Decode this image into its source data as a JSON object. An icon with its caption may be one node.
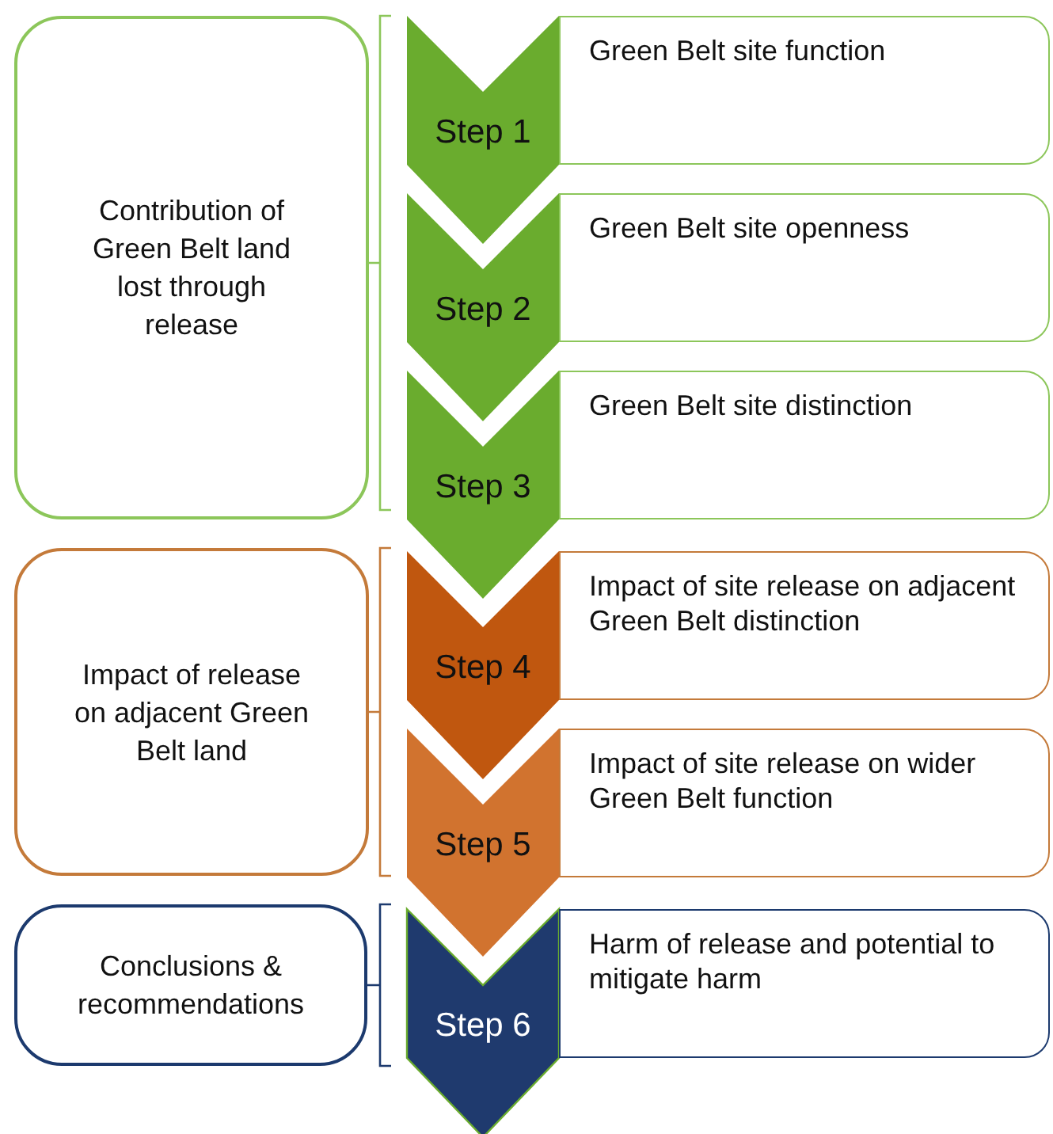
{
  "diagram": {
    "nodes": [
      {
        "text": [
          "Contribution of Green Belt land lost through release"
        ]
      },
      {
        "text": [
          "Step 1"
        ]
      },
      {
        "text": [
          "Green Belt site function"
        ]
      },
      {
        "text": [
          "Step 2"
        ]
      },
      {
        "text": [
          "Green Belt site openness"
        ]
      },
      {
        "text": [
          "Step 3"
        ]
      },
      {
        "text": [
          "Green Belt site distinction"
        ]
      },
      {
        "text": [
          "Impact of release on adjacent Green Belt land"
        ]
      },
      {
        "text": [
          "Step 4"
        ]
      },
      {
        "text": [
          "Impact of site release on adjacent Green Belt distinction"
        ]
      },
      {
        "text": [
          "Step 5"
        ]
      },
      {
        "text": [
          "Impact of site release on wider Green Belt function"
        ]
      },
      {
        "text": [
          "Conclusions & recommendations"
        ]
      },
      {
        "text": [
          "Step 6"
        ]
      },
      {
        "text": [
          "Harm of release and potential to mitigate harm"
        ]
      }
    ]
  }
}
